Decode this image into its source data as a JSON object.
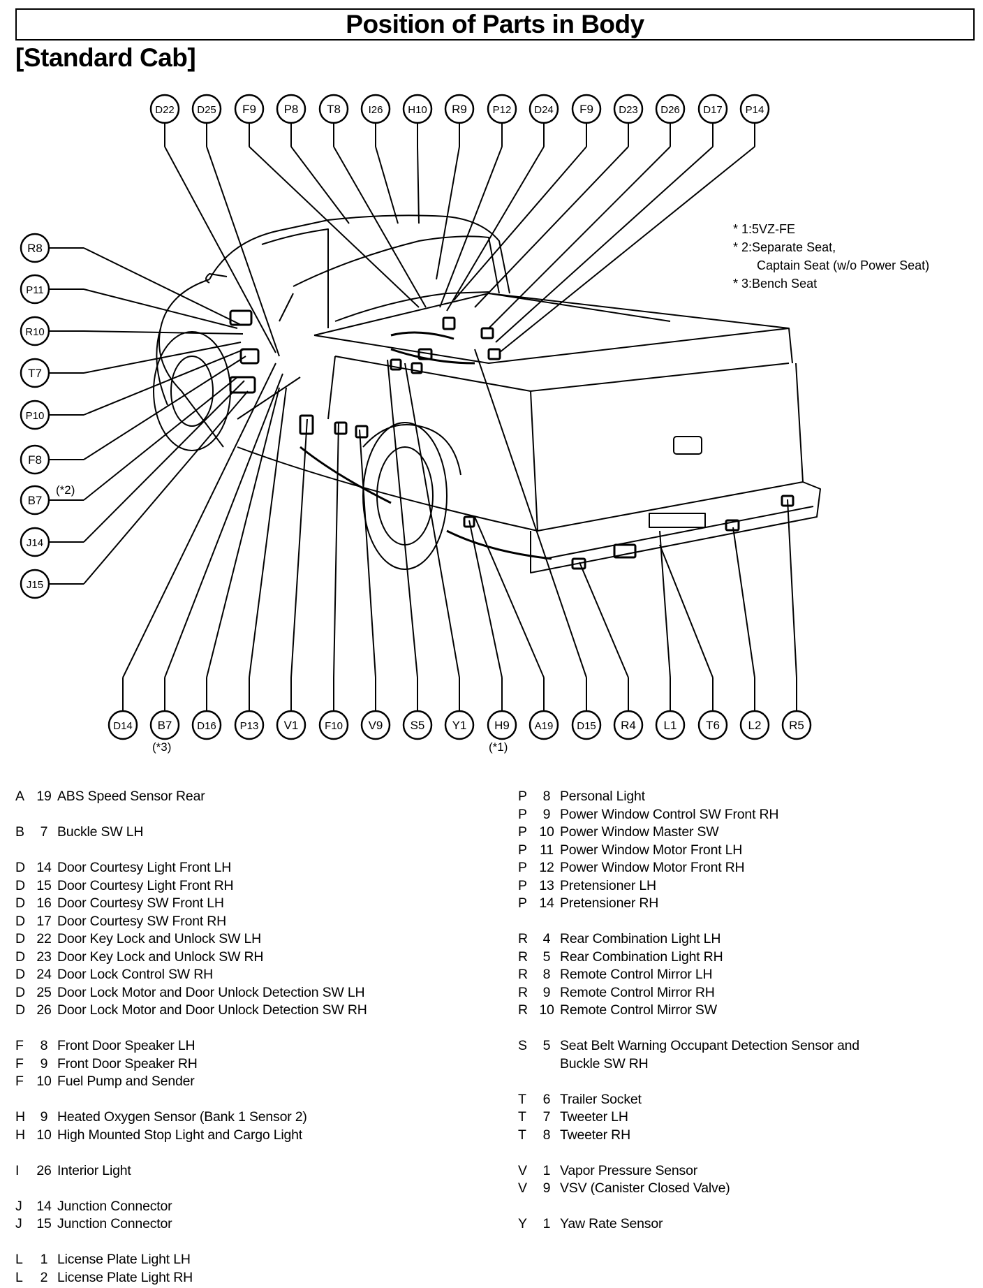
{
  "header": {
    "title": "Position of Parts in Body",
    "subtitle": "[Standard Cab]"
  },
  "notes": [
    "* 1:5VZ-FE",
    "* 2:Separate Seat,",
    "Captain Seat (w/o Power Seat)",
    "* 3:Bench Seat"
  ],
  "star_marks": {
    "b7_left": "(*2)",
    "b7_bottom": "(*3)",
    "h9_bottom": "(*1)"
  },
  "callouts": {
    "top": [
      "D22",
      "D25",
      "F9",
      "P8",
      "T8",
      "I26",
      "H10",
      "R9",
      "P12",
      "D24",
      "F9",
      "D23",
      "D26",
      "D17",
      "P14"
    ],
    "left": [
      "R8",
      "P11",
      "R10",
      "T7",
      "P10",
      "F8",
      "B7",
      "J14",
      "J15"
    ],
    "bottom": [
      "D14",
      "B7",
      "D16",
      "P13",
      "V1",
      "F10",
      "V9",
      "S5",
      "Y1",
      "H9",
      "A19",
      "D15",
      "R4",
      "L1",
      "T6",
      "L2",
      "R5"
    ]
  },
  "legend_left": [
    {
      "letter": "A",
      "num": "19",
      "name": "ABS Speed Sensor Rear"
    },
    {
      "letter": "B",
      "num": "7",
      "name": "Buckle SW LH"
    },
    {
      "letter": "D",
      "num": "14",
      "name": "Door Courtesy Light Front LH"
    },
    {
      "letter": "D",
      "num": "15",
      "name": "Door Courtesy Light Front RH"
    },
    {
      "letter": "D",
      "num": "16",
      "name": "Door Courtesy SW Front LH"
    },
    {
      "letter": "D",
      "num": "17",
      "name": "Door Courtesy SW Front RH"
    },
    {
      "letter": "D",
      "num": "22",
      "name": "Door Key Lock and Unlock SW LH"
    },
    {
      "letter": "D",
      "num": "23",
      "name": "Door Key Lock and Unlock SW RH"
    },
    {
      "letter": "D",
      "num": "24",
      "name": "Door Lock Control SW RH"
    },
    {
      "letter": "D",
      "num": "25",
      "name": "Door Lock Motor and Door Unlock Detection SW LH"
    },
    {
      "letter": "D",
      "num": "26",
      "name": "Door Lock Motor and Door Unlock Detection SW RH"
    },
    {
      "letter": "F",
      "num": "8",
      "name": "Front Door Speaker LH"
    },
    {
      "letter": "F",
      "num": "9",
      "name": "Front Door Speaker RH"
    },
    {
      "letter": "F",
      "num": "10",
      "name": "Fuel Pump and Sender"
    },
    {
      "letter": "H",
      "num": "9",
      "name": "Heated Oxygen Sensor (Bank 1 Sensor 2)"
    },
    {
      "letter": "H",
      "num": "10",
      "name": "High Mounted Stop Light and Cargo Light"
    },
    {
      "letter": "I",
      "num": "26",
      "name": "Interior Light"
    },
    {
      "letter": "J",
      "num": "14",
      "name": "Junction Connector"
    },
    {
      "letter": "J",
      "num": "15",
      "name": "Junction Connector"
    },
    {
      "letter": "L",
      "num": "1",
      "name": "License Plate Light LH"
    },
    {
      "letter": "L",
      "num": "2",
      "name": "License Plate Light RH"
    }
  ],
  "legend_right": [
    {
      "letter": "P",
      "num": "8",
      "name": "Personal Light"
    },
    {
      "letter": "P",
      "num": "9",
      "name": "Power Window Control SW Front RH"
    },
    {
      "letter": "P",
      "num": "10",
      "name": "Power Window Master SW"
    },
    {
      "letter": "P",
      "num": "11",
      "name": "Power Window Motor Front LH"
    },
    {
      "letter": "P",
      "num": "12",
      "name": "Power Window Motor Front RH"
    },
    {
      "letter": "P",
      "num": "13",
      "name": "Pretensioner LH"
    },
    {
      "letter": "P",
      "num": "14",
      "name": "Pretensioner RH"
    },
    {
      "letter": "R",
      "num": "4",
      "name": "Rear Combination Light LH"
    },
    {
      "letter": "R",
      "num": "5",
      "name": "Rear Combination Light RH"
    },
    {
      "letter": "R",
      "num": "8",
      "name": "Remote Control Mirror LH"
    },
    {
      "letter": "R",
      "num": "9",
      "name": "Remote Control Mirror RH"
    },
    {
      "letter": "R",
      "num": "10",
      "name": "Remote Control Mirror SW"
    },
    {
      "letter": "S",
      "num": "5",
      "name": "Seat Belt Warning Occupant Detection Sensor and"
    },
    {
      "letter": "",
      "num": "",
      "name": "Buckle SW RH"
    },
    {
      "letter": "T",
      "num": "6",
      "name": "Trailer Socket"
    },
    {
      "letter": "T",
      "num": "7",
      "name": "Tweeter LH"
    },
    {
      "letter": "T",
      "num": "8",
      "name": "Tweeter RH"
    },
    {
      "letter": "V",
      "num": "1",
      "name": "Vapor Pressure Sensor"
    },
    {
      "letter": "V",
      "num": "9",
      "name": "VSV (Canister Closed Valve)"
    },
    {
      "letter": "Y",
      "num": "1",
      "name": "Yaw Rate Sensor"
    }
  ]
}
